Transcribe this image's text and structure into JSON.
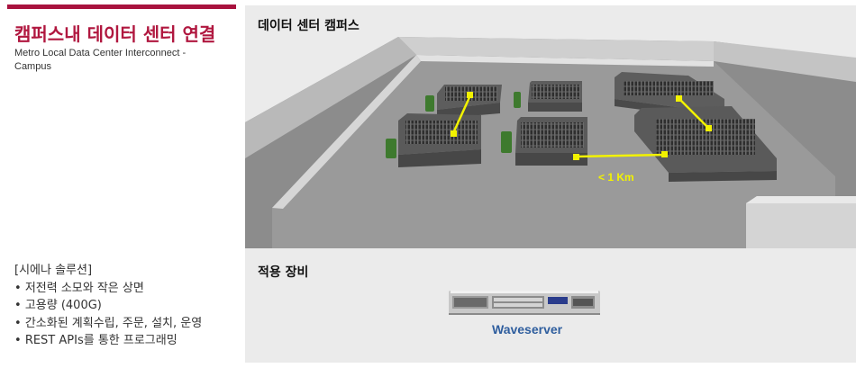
{
  "header": {
    "title": "캠퍼스내 데이터 센터 연결",
    "subtitle": "Metro Local Data Center Interconnect - Campus"
  },
  "colors": {
    "accent": "#a8123e",
    "title": "#b0173f",
    "link_line": "#f2f200",
    "device_label": "#2f5e9e"
  },
  "solutions": {
    "heading": "[시에나 솔루션]",
    "items": [
      "저전력 소모와 작은 상면",
      "고용량 (400G)",
      "간소화된 계획수립, 주문, 설치, 운영",
      "REST APIs를 통한 프로그래밍"
    ]
  },
  "campus": {
    "title": "데이터 센터 캠퍼스",
    "distance_label": "< 1 Km"
  },
  "equipment": {
    "title": "적용 장비",
    "device_name": "Waveserver",
    "device_icon": "rack-server-icon"
  }
}
